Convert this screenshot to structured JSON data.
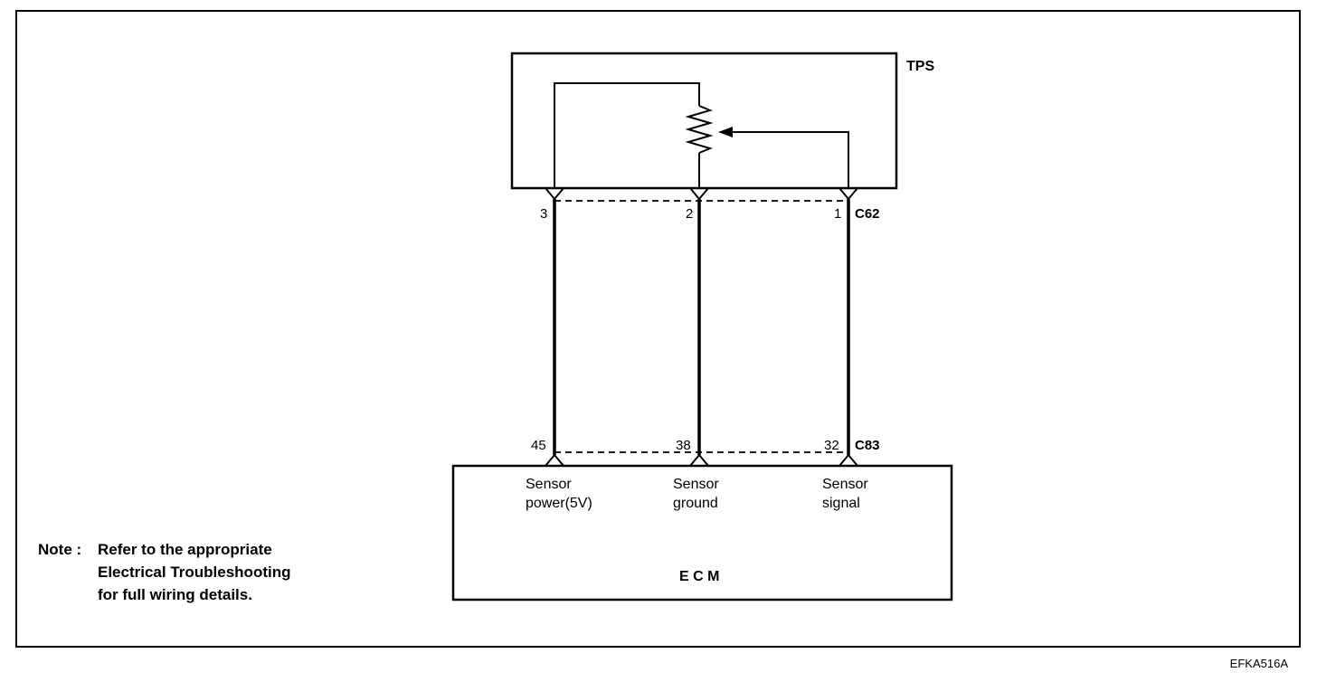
{
  "tps": {
    "label": "TPS"
  },
  "connector_top": {
    "id": "C62",
    "pins": [
      "3",
      "2",
      "1"
    ]
  },
  "connector_bottom": {
    "id": "C83",
    "pins": [
      "45",
      "38",
      "32"
    ]
  },
  "ecm": {
    "label": "E C M",
    "terminals": [
      {
        "line1": "Sensor",
        "line2": "power(5V)"
      },
      {
        "line1": "Sensor",
        "line2": "ground"
      },
      {
        "line1": "Sensor",
        "line2": "signal"
      }
    ]
  },
  "note": {
    "prefix": "Note :",
    "line1": "Refer to the appropriate",
    "line2": "Electrical Troubleshooting",
    "line3": "for full wiring details."
  },
  "figure_code": "EFKA516A"
}
